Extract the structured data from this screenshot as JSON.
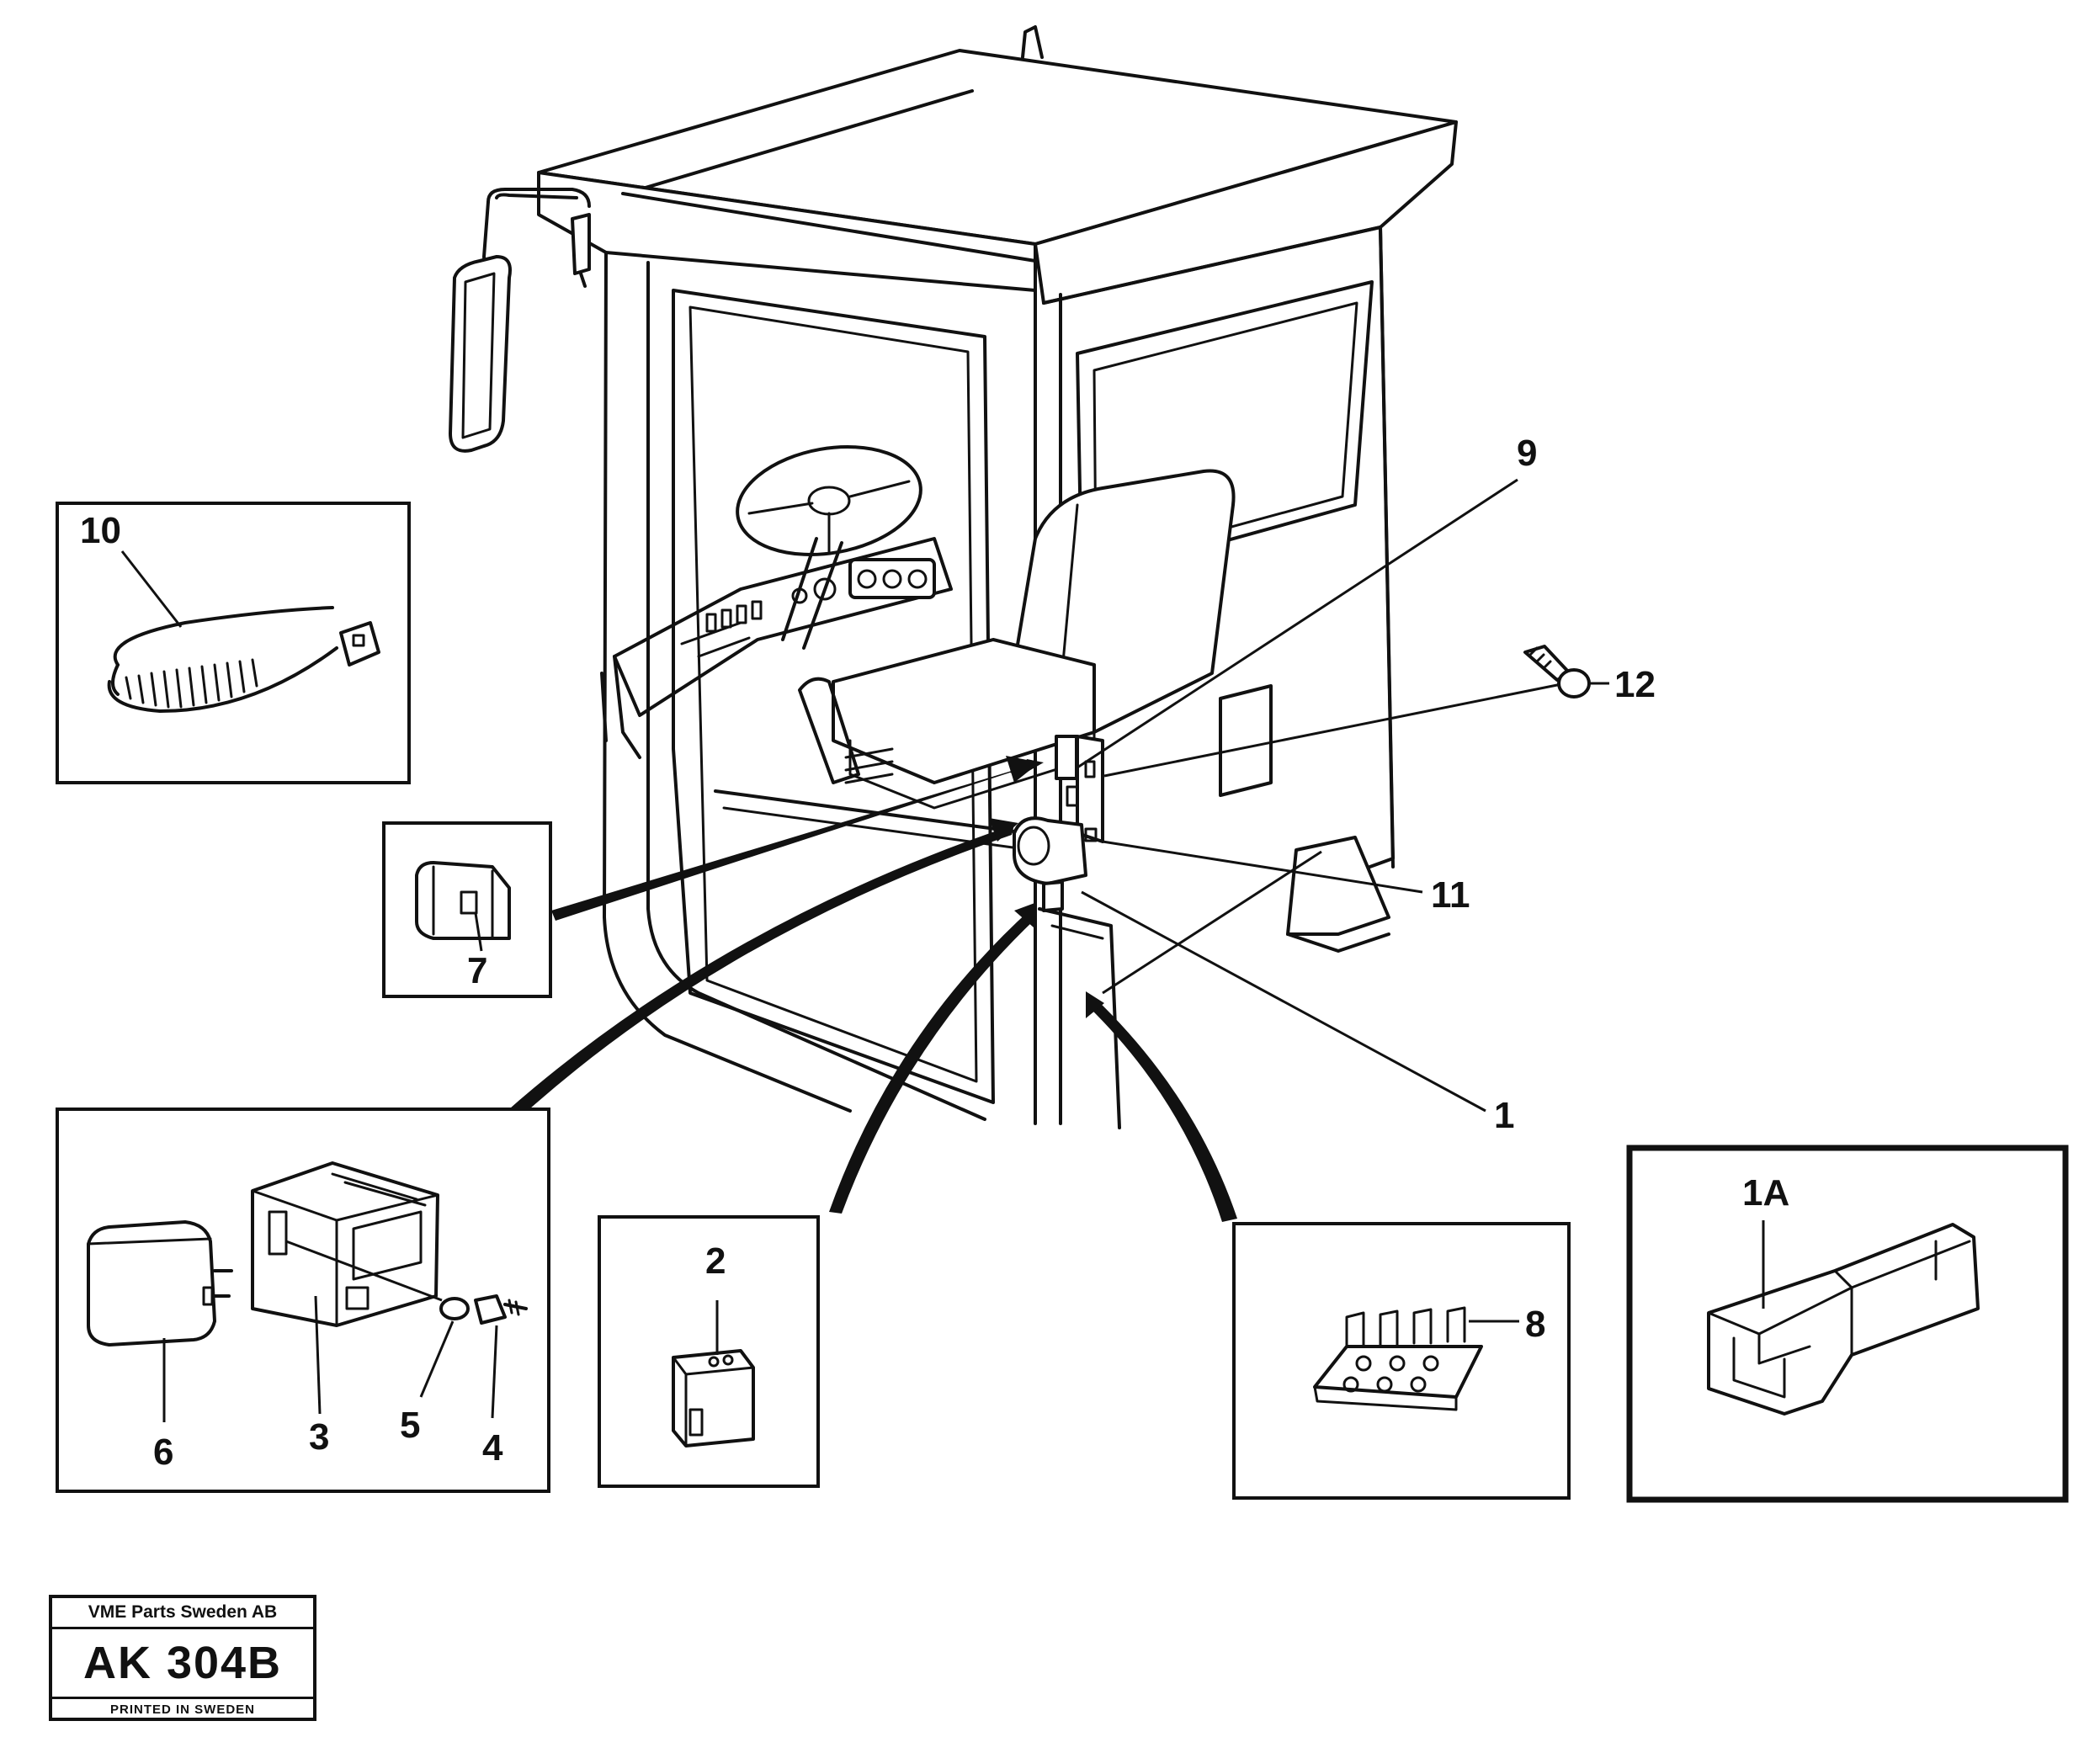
{
  "labels": {
    "l1": "1",
    "l1a": "1A",
    "l2": "2",
    "l3": "3",
    "l4": "4",
    "l5": "5",
    "l6": "6",
    "l7": "7",
    "l8": "8",
    "l9": "9",
    "l10": "10",
    "l11": "11",
    "l12": "12"
  },
  "stamp": {
    "company": "VME Parts Sweden AB",
    "code": "AK 304B",
    "printed": "PRINTED IN SWEDEN"
  }
}
